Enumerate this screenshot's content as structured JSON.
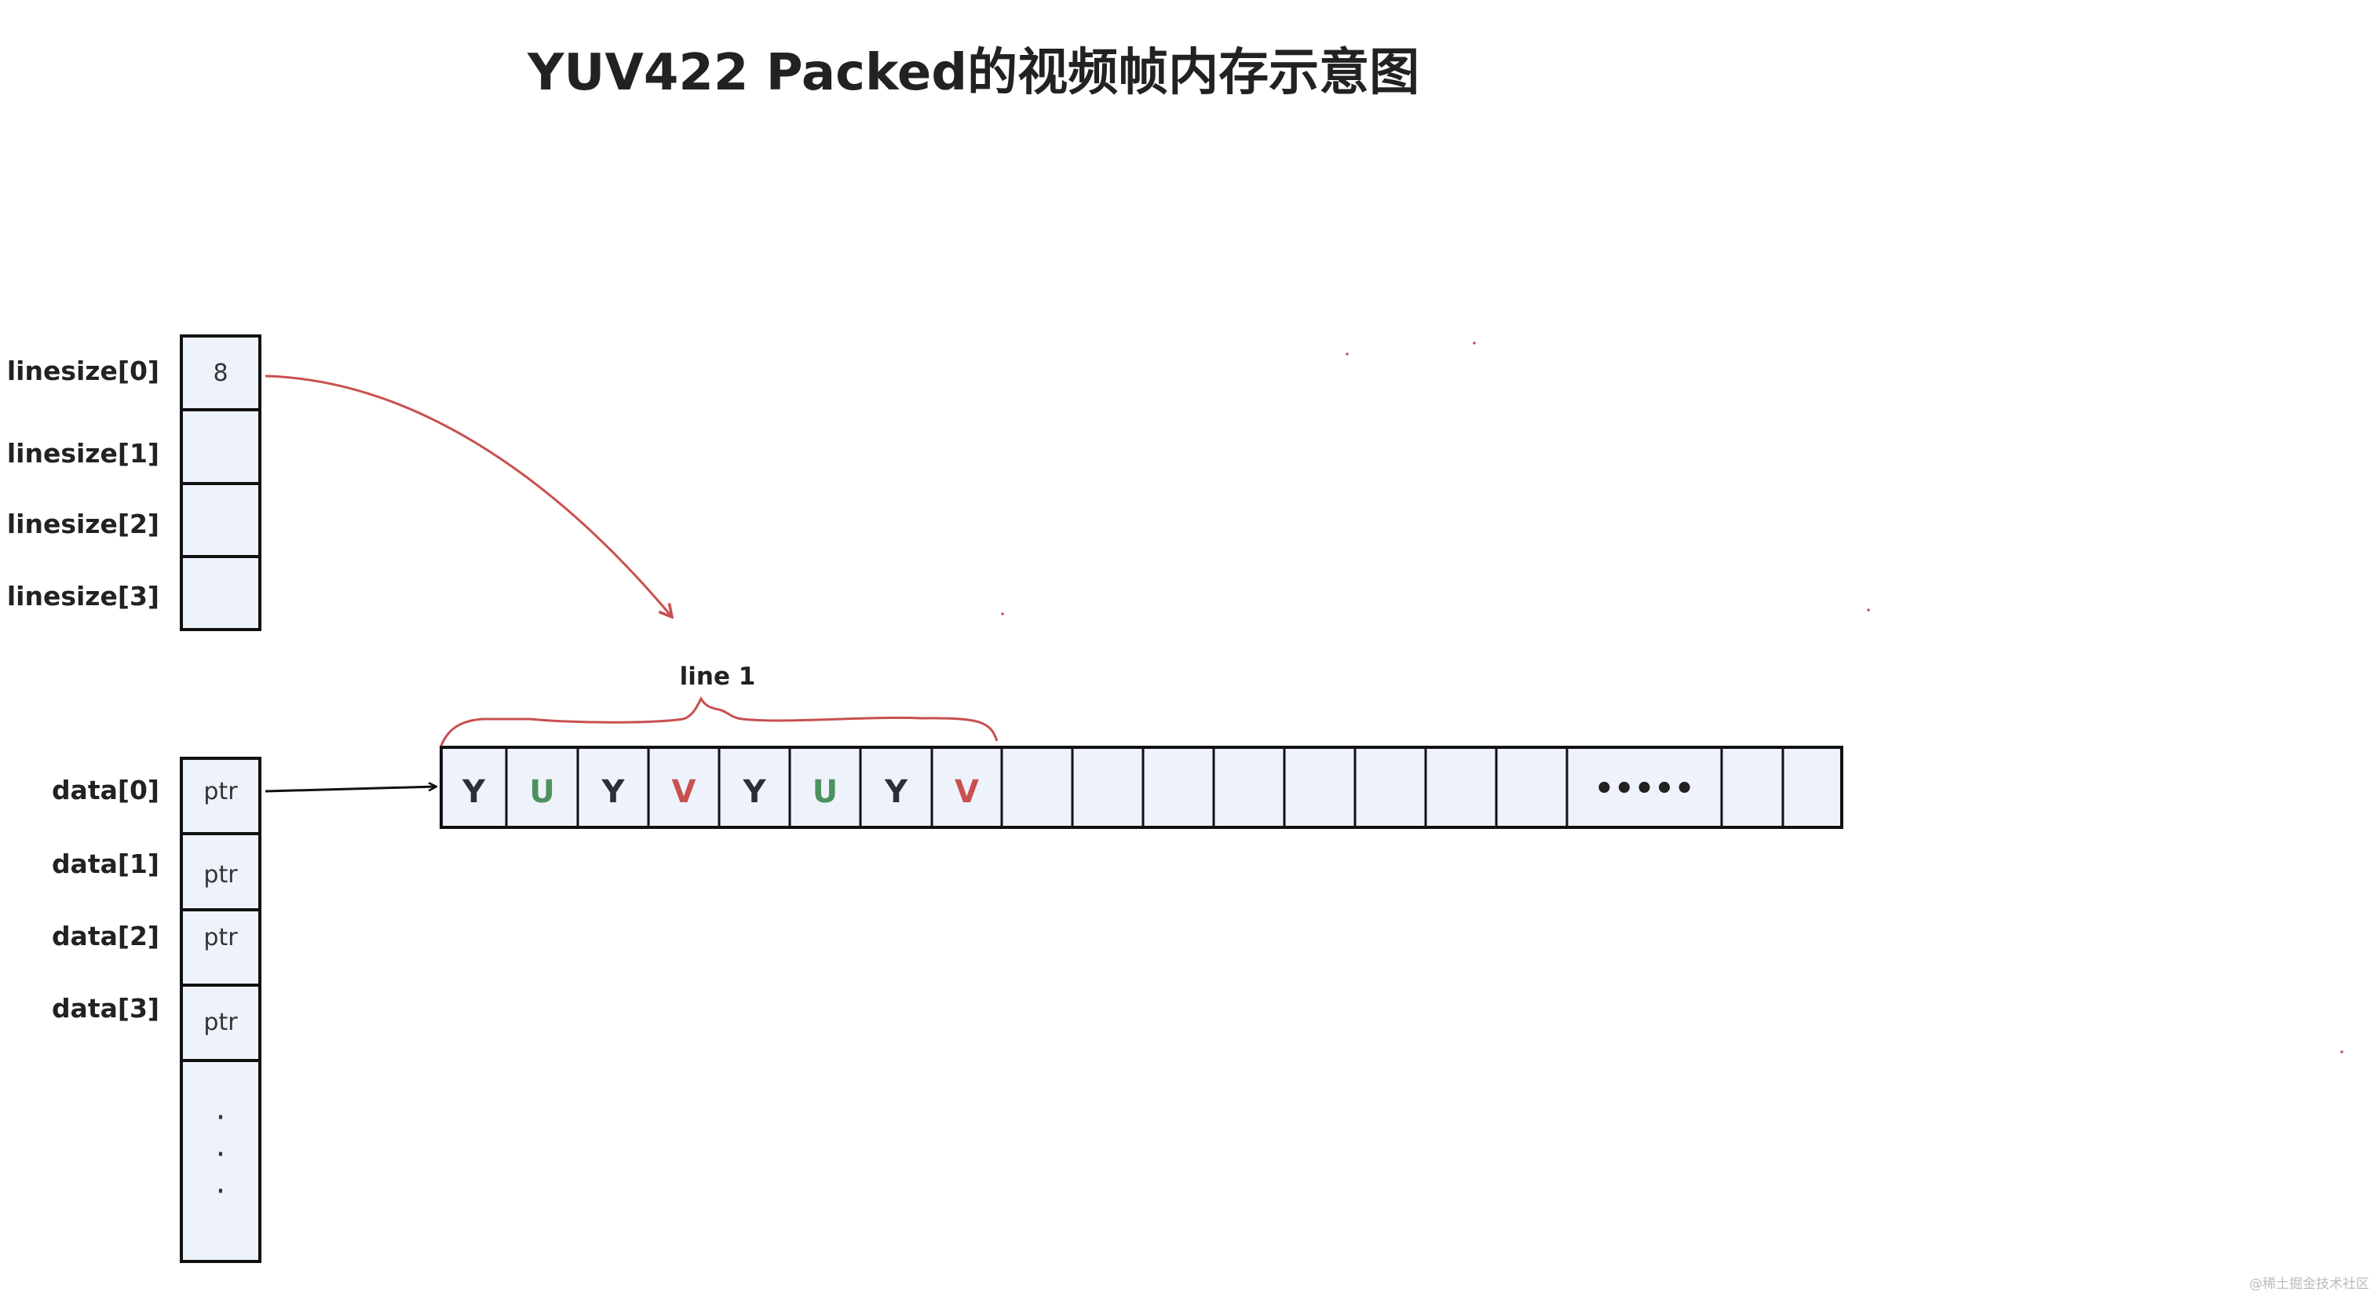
{
  "title": "YUV422 Packed的视频帧内存示意图",
  "colors": {
    "cell_fill": "#eef2fa",
    "border": "#111111",
    "arrow_red": "#c9504f",
    "y_color": "#2b2f3a",
    "u_color": "#4d9160",
    "v_color": "#c9504f"
  },
  "linesize": {
    "labels": [
      "linesize[0]",
      "linesize[1]",
      "linesize[2]",
      "linesize[3]"
    ],
    "values": [
      "8",
      "",
      "",
      ""
    ]
  },
  "data": {
    "labels": [
      "data[0]",
      "data[1]",
      "data[2]",
      "data[3]"
    ],
    "values": [
      "ptr",
      "ptr",
      "ptr",
      "ptr"
    ],
    "extra_dots": [
      "·",
      "·",
      "·"
    ]
  },
  "line_label": "line 1",
  "row_cells": [
    "Y",
    "U",
    "Y",
    "V",
    "Y",
    "U",
    "Y",
    "V",
    "",
    "",
    "",
    "",
    "",
    "",
    "",
    "",
    "•••••",
    "",
    ""
  ],
  "watermark": "@稀土掘金技术社区"
}
